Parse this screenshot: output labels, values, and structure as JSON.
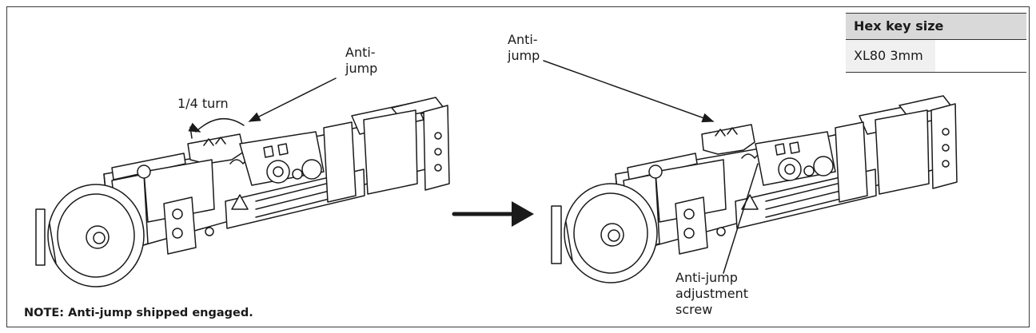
{
  "labels": {
    "left_anti_jump": "Anti-\njump",
    "quarter_turn": "1/4 turn",
    "right_anti_jump": "Anti-\njump",
    "adjustment_screw": "Anti-jump\nadjustment\nscrew"
  },
  "note": "NOTE: Anti-jump shipped engaged.",
  "hex_table": {
    "header": "Hex key size",
    "value": "XL80 3mm"
  },
  "colors": {
    "line": "#1a1a1a",
    "table_header_bg": "#d9d9d9"
  }
}
